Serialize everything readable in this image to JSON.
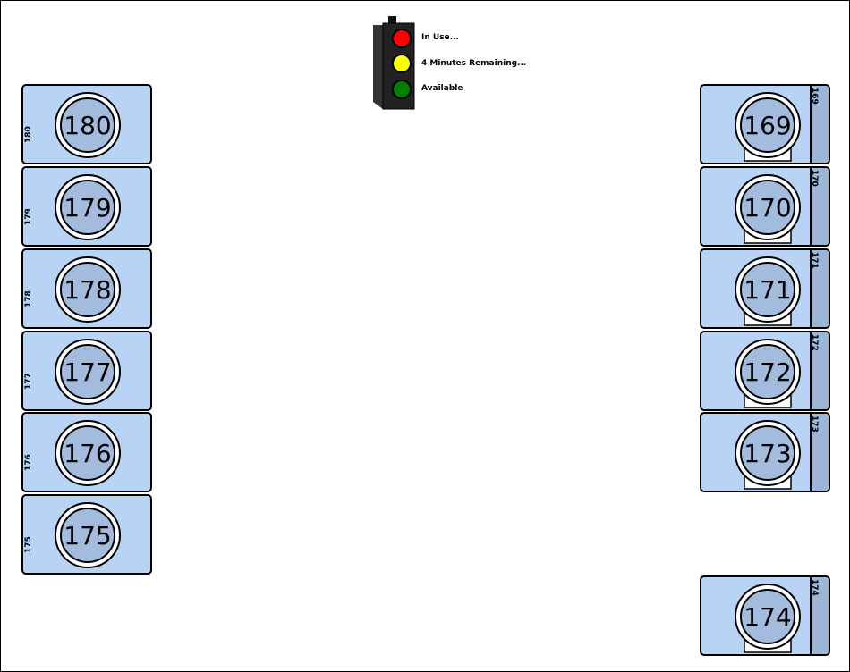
{
  "legend": {
    "in_use": "In Use...",
    "minutes_remaining": "4 Minutes Remaining...",
    "available": "Available",
    "colors": {
      "red": "#ff0000",
      "yellow": "#ffff00",
      "green": "#008000"
    }
  },
  "machines_left": [
    {
      "id": "180",
      "label": "180"
    },
    {
      "id": "179",
      "label": "179"
    },
    {
      "id": "178",
      "label": "178"
    },
    {
      "id": "177",
      "label": "177"
    },
    {
      "id": "176",
      "label": "176"
    },
    {
      "id": "175",
      "label": "175"
    }
  ],
  "machines_right": [
    {
      "id": "169",
      "label": "169"
    },
    {
      "id": "170",
      "label": "170"
    },
    {
      "id": "171",
      "label": "171"
    },
    {
      "id": "172",
      "label": "172"
    },
    {
      "id": "173",
      "label": "173"
    },
    {
      "id": "174",
      "label": "174"
    }
  ],
  "colors": {
    "machine_fill": "#b9d3f5",
    "machine_strip": "#9cb6d8",
    "dial_fill": "#a3bbdc"
  }
}
